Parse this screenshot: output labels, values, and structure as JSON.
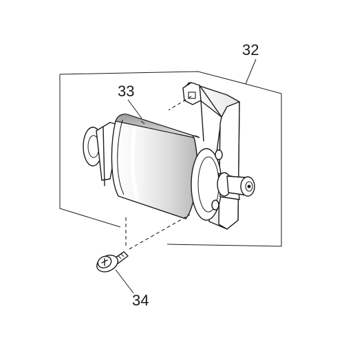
{
  "callouts": {
    "label_32": "32",
    "label_33": "33",
    "label_34": "34"
  },
  "colors": {
    "line": "#1a1a1a",
    "background": "#ffffff",
    "shade_light": "#e6e6e6",
    "shade_dark": "#9a9a9a"
  },
  "parts": [
    {
      "id": "32",
      "description": "bracket"
    },
    {
      "id": "33",
      "description": "motor"
    },
    {
      "id": "34",
      "description": "screw"
    }
  ]
}
